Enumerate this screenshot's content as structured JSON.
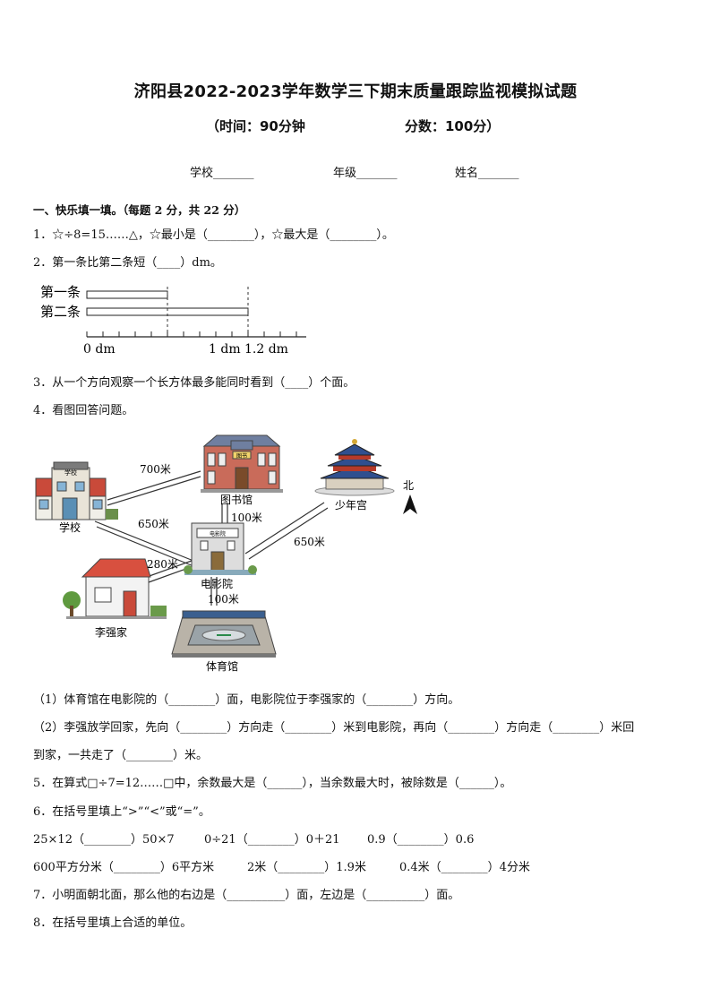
{
  "header": {
    "title": "济阳县2022-2023学年数学三下期末质量跟踪监视模拟试题",
    "time": "（时间：90分钟",
    "score": "分数：100分）",
    "school_label": "学校_______",
    "grade_label": "年级_______",
    "name_label": "姓名_______"
  },
  "section1": {
    "heading": "一、快乐填一填。（每题 2 分，共 22 分）",
    "q1": "1．☆÷8=15……△，☆最小是（________），☆最大是（________）。",
    "q2": "2．第一条比第二条短（____）dm。",
    "q3": "3．从一个方向观察一个长方体最多能同时看到（____）个面。",
    "q4": "4．看图回答问题。",
    "q4_1": "（1）体育馆在电影院的（________）面，电影院位于李强家的（________）方向。",
    "q4_2a": "（2）李强放学回家，先向（________）方向走（________）米到电影院，再向（________）方向走（________）米回",
    "q4_2b": "到家，一共走了（________）米。",
    "q5": "5．在算式□÷7=12……□中，余数最大是（______），当余数最大时，被除数是（______）。",
    "q6": "6．在括号里填上“>”“<”或“=”。",
    "q6_row1": [
      "25×12（________）50×7",
      "0÷21（________）0＋21",
      "0.9（________）0.6"
    ],
    "q6_row2": [
      "600平方分米（________）6平方米",
      "2米（________）1.9米",
      "0.4米（________）4分米"
    ],
    "q7": "7．小明面朝北面，那么他的右边是（__________）面，左边是（__________）面。",
    "q8": "8．在括号里填上合适的单位。"
  },
  "ruler": {
    "line1": "第一条",
    "line2": "第二条",
    "tick0": "0 dm",
    "tick1": "1 dm",
    "tick2": "1.2 dm"
  },
  "map": {
    "school": "学校",
    "library": "图书馆",
    "youth_palace": "少年宫",
    "cinema": "电影院",
    "home": "李强家",
    "stadium": "体育馆",
    "north": "北",
    "school_sign": "学校",
    "library_sign": "图书",
    "cinema_sign": "电影院",
    "d_school_library": "700米",
    "d_library_cinema": "100米",
    "d_school_cinema": "650米",
    "d_palace_cinema": "650米",
    "d_home_cinema": "280米",
    "d_cinema_stadium": "100米"
  }
}
